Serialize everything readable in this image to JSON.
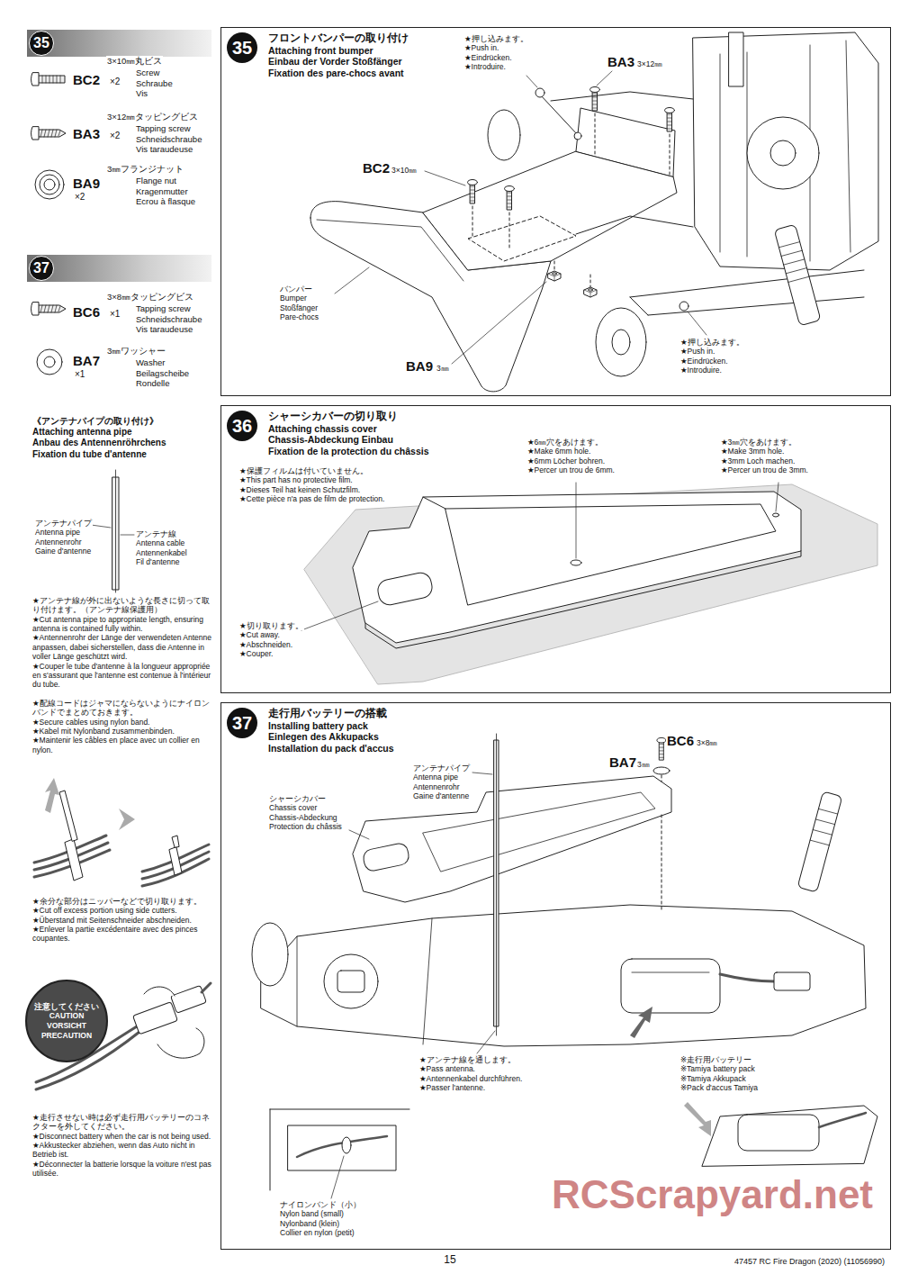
{
  "diagram": {
    "nodes": [
      {
        "text": [
          "35"
        ]
      },
      {
        "text": [
          "37"
        ]
      },
      {
        "text": [
          "35",
          "フロントバンパーの取り付け",
          "Attaching front bumper",
          "Einbau der Vorder Stoßfänger",
          "Fixation des pare-chocs avant"
        ]
      },
      {
        "text": [
          "36",
          "シャーシカバーの切り取り",
          "Attaching chassis cover",
          "Chassis-Abdeckung Einbau",
          "Fixation de la protection du châssis"
        ]
      },
      {
        "text": [
          "37",
          "走行用バッテリーの搭載",
          "Installing battery pack",
          "Einlegen des Akkupacks",
          "Installation du pack d'accus"
        ]
      },
      {
        "text": [
          "注意してください",
          "CAUTION",
          "VORSICHT",
          "PRECAUTION"
        ]
      }
    ],
    "labels": [
      "3×10㎜丸ビス",
      "Screw",
      "Schraube",
      "Vis",
      "BC2",
      "×2",
      "3×12㎜タッピングビス",
      "Tapping screw",
      "Schneidschraube",
      "Vis taraudeuse",
      "BA3",
      "×2",
      "3㎜フランジナット",
      "Flange nut",
      "Kragenmutter",
      "Ecrou à flasque",
      "BA9",
      "×2",
      "3×8㎜タッピングビス",
      "Tapping screw",
      "Schneidschraube",
      "Vis taraudeuse",
      "BC6",
      "×1",
      "3㎜ワッシャー",
      "Washer",
      "Beilagscheibe",
      "Rondelle",
      "BA7",
      "×1",
      "《アンテナパイプの取り付け》",
      "Attaching antenna pipe",
      "Anbau des Antennenröhrchens",
      "Fixation du tube d'antenne",
      "アンテナパイプ",
      "Antenna pipe",
      "Antennenrohr",
      "Gaine d'antenne",
      "アンテナ線",
      "Antenna cable",
      "Antennenkabel",
      "Fil d'antenne",
      "★アンテナ線が外に出ないような長さに切って取り付けます。（アンテナ線保護用）",
      "★Cut antenna pipe to appropriate length, ensuring antenna is contained fully within.",
      "★Antennenrohr der Länge der verwendeten Antenne anpassen, dabei sicherstellen, dass die Antenne in voller Länge geschützt wird.",
      "★Couper le tube d'antenne à la longueur appropriée en s'assurant que l'antenne est contenue à l'intérieur du tube.",
      "★配線コードはジャマにならないようにナイロンバンドでまとめておきます。",
      "★Secure cables using nylon band.",
      "★Kabel mit Nylonband zusammenbinden.",
      "★Maintenir les câbles en place avec un collier en nylon.",
      "★余分な部分はニッパーなどで切り取ります。",
      "★Cut off excess portion using side cutters.",
      "★Überstand mit Seitenschneider abschneiden.",
      "★Enlever la partie excédentaire avec des pinces coupantes.",
      "★走行させない時は必ず走行用バッテリーのコネクターを外してください。",
      "★Disconnect battery when the car is not being used.",
      "★Akkustecker abziehen, wenn das Auto nicht in Betrieb ist.",
      "★Déconnecter la batterie lorsque la voiture n'est pas utilisée.",
      "★押し込みます。",
      "★Push in.",
      "★Eindrücken.",
      "★Introduire.",
      "BA3",
      "3×12㎜",
      "BC2",
      "3×10㎜",
      "バンパー",
      "Bumper",
      "Stoßfänger",
      "Pare-chocs",
      "BA9",
      "3㎜",
      "★押し込みます。",
      "★Push in.",
      "★Eindrücken.",
      "★Introduire.",
      "★保護フィルムは付いていません。",
      "★This part has no protective film.",
      "★Dieses Teil hat keinen Schutzfilm.",
      "★Cette pièce n'a pas de film de protection.",
      "★6㎜穴をあけます。",
      "★Make 6mm hole.",
      "★6mm Löcher bohren.",
      "★Percer un trou de 6mm.",
      "★3㎜穴をあけます。",
      "★Make 3mm hole.",
      "★3mm Loch machen.",
      "★Percer un trou de 3mm.",
      "★切り取ります。",
      "★Cut away.",
      "★Abschneiden.",
      "★Couper.",
      "BC6",
      "3×8㎜",
      "BA7",
      "3㎜",
      "アンテナパイプ",
      "Antenna pipe",
      "Antennenrohr",
      "Gaine d'antenne",
      "シャーシカバー",
      "Chassis cover",
      "Chassis-Abdeckung",
      "Protection du châssis",
      "★アンテナ線を通します。",
      "★Pass antenna.",
      "★Antennenkabel durchführen.",
      "★Passer l'antenne.",
      "※走行用バッテリー",
      "※Tamiya battery pack",
      "※Tamiya Akkupack",
      "※Pack d'accus Tamiya",
      "ナイロンバンド（小）",
      "Nylon band (small)",
      "Nylonband (klein)",
      "Collier en nylon (petit)",
      "15",
      "47457 RC Fire Dragon (2020) (11056990)",
      "RCScrapyard.net"
    ]
  }
}
